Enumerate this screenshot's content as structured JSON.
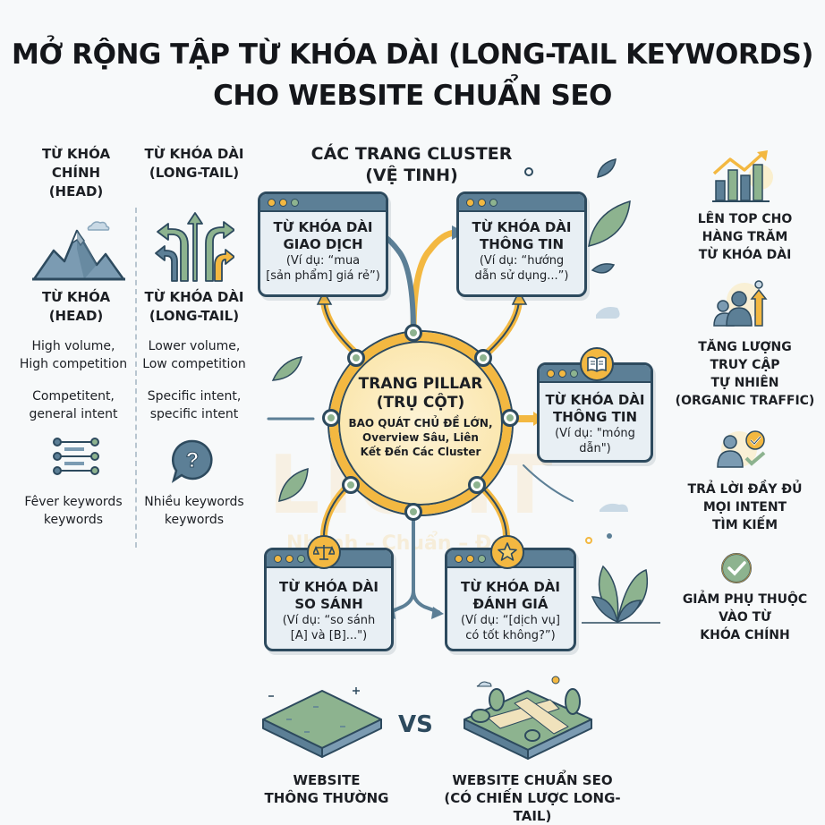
{
  "title": {
    "line1": "MỞ RỘNG TẬP TỪ KHÓA DÀI (LONG-TAIL KEYWORDS)",
    "line2": "CHO WEBSITE CHUẨN SEO"
  },
  "comparison": {
    "head": {
      "heading_line1": "TỪ KHÓA",
      "heading_line2": "CHÍNH",
      "heading_line3": "(HEAD)",
      "icon": "mountain-icon",
      "subheading_line1": "TỪ KHÓA",
      "subheading_line2": "(HEAD)",
      "volume_line1": "High volume,",
      "volume_line2": "High competition",
      "intent_line1": "Competitent,",
      "intent_line2": "general intent",
      "keywords_icon": "list-nodes-icon",
      "keywords_line1": "Fêver keywords",
      "keywords_line2": "keywords"
    },
    "longtail": {
      "heading_line1": "TỪ KHÓA DÀI",
      "heading_line2": "(LONG-TAIL)",
      "icon": "branching-arrows-icon",
      "subheading_line1": "TỪ KHÓA DÀI",
      "subheading_line2": "(LONG-TAIL)",
      "volume_line1": "Lower volume,",
      "volume_line2": "Low competition",
      "intent_line1": "Specific intent,",
      "intent_line2": "specific intent",
      "keywords_icon": "question-bubble-icon",
      "keywords_line1": "Nhiều keywords",
      "keywords_line2": "keywords"
    }
  },
  "cluster": {
    "title_line1": "CÁC TRANG CLUSTER",
    "title_line2": "(VỆ TINH)",
    "cards": [
      {
        "title_line1": "TỪ KHÓA DÀI",
        "title_line2": "GIAO DỊCH",
        "example_line1": "(Ví dụ: “mua",
        "example_line2": "[sản phẩm] giá rẻ”)",
        "icon": ""
      },
      {
        "title_line1": "TỪ KHÓA DÀI",
        "title_line2": "THÔNG TIN",
        "example_line1": "(Ví dụ: “hướng",
        "example_line2": "dẫn sử dụng...”)",
        "icon": ""
      },
      {
        "title_line1": "TỪ KHÓA DÀI",
        "title_line2": "THÔNG TIN",
        "example_line1": "(Ví dụ: \"móng",
        "example_line2": "dẫn\")",
        "icon": "book-icon"
      },
      {
        "title_line1": "TỪ KHÓA DÀI",
        "title_line2": "SO SÁNH",
        "example_line1": "(Ví dụ: “so sánh",
        "example_line2": "[A] và [B]...\")",
        "icon": "scale-icon"
      },
      {
        "title_line1": "TỪ KHÓA DÀI",
        "title_line2": "ĐÁNH GIÁ",
        "example_line1": "(Ví dụ: “[dịch vụ]",
        "example_line2": "có tốt không?”)",
        "icon": "star-icon"
      }
    ]
  },
  "pillar": {
    "title_line1": "TRANG PILLAR",
    "title_line2": "(TRỤ CỘT)",
    "desc_line1": "BAO QUÁT CHỦ ĐỀ LỚN,",
    "desc_line2": "Overview Sâu, Liên",
    "desc_line3": "Kết Đến Các Cluster"
  },
  "watermark": {
    "text": "LIGHT",
    "subtext": "Nhanh – Chuẩn – Đẹp"
  },
  "benefits": [
    {
      "icon": "growth-chart-icon",
      "line1": "LÊN TOP CHO",
      "line2": "HÀNG TRĂM",
      "line3": "TỪ KHÓA DÀI",
      "line4": ""
    },
    {
      "icon": "users-growth-icon",
      "line1": "TĂNG LƯỢNG",
      "line2": "TRUY CẬP",
      "line3": "TỰ NHIÊN",
      "line4": "(ORGANIC TRAFFIC)"
    },
    {
      "icon": "user-check-icon",
      "line1": "TRẢ LỜI ĐẦY ĐỦ",
      "line2": "MỌI INTENT",
      "line3": "TÌM KIẾM",
      "line4": ""
    },
    {
      "icon": "check-circle-icon",
      "line1": "GIẢM PHỤ THUỘC",
      "line2": "VÀO TỪ",
      "line3": "KHÓA CHÍNH",
      "line4": ""
    }
  ],
  "bottom": {
    "left_line1": "WEBSITE",
    "left_line2": "THÔNG THƯỜNG",
    "vs": "VS",
    "right_line1": "WEBSITE CHUẨN SEO",
    "right_line2": "(CÓ CHIẾN LƯỢC LONG-TAIL)"
  },
  "colors": {
    "navy": "#2d4a5e",
    "steel_blue": "#5c7f96",
    "gold": "#f3b841",
    "green": "#8db38f",
    "card_bg": "#e8eff4",
    "background": "#f7f9fa"
  }
}
